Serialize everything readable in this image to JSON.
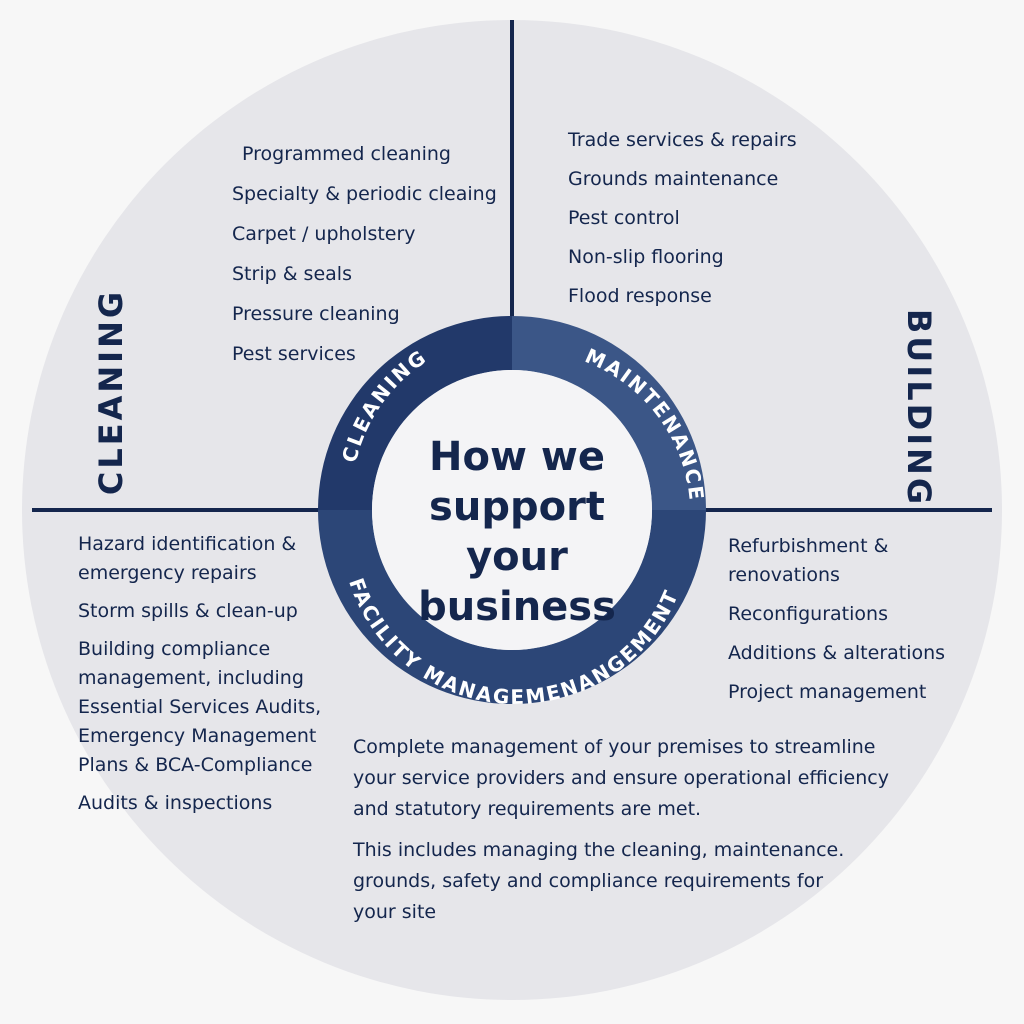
{
  "center": {
    "title": "How we\nsupport\nyour\nbusiness"
  },
  "ring": {
    "cleaning": "CLEANING",
    "maintenance": "MAINTENANCE",
    "facility": "FACILITY MANAGEMENANGEMENT"
  },
  "quadrant_labels": {
    "cleaning": "CLEANING",
    "building": "BUILDING"
  },
  "cleaning_items": [
    "Programmed cleaning",
    "Specialty & periodic cleaing",
    "Carpet / upholstery",
    "Strip & seals",
    "Pressure cleaning",
    "Pest services"
  ],
  "building_items": [
    "Trade services & repairs",
    "Grounds maintenance",
    "Pest control",
    "Non-slip flooring",
    "Flood response"
  ],
  "facility_items": [
    "Hazard identification &\nemergency repairs",
    "Storm spills & clean-up",
    "Building compliance\nmanagement, including\nEssential Services Audits,\nEmergency Management\nPlans & BCA-Compliance",
    "Audits & inspections"
  ],
  "renovation_items": [
    "Refurbishment &\nrenovations",
    "Reconfigurations",
    "Additions & alterations",
    "Project management"
  ],
  "summary": {
    "p1": "Complete management of your premises to streamline\nyour service providers and ensure operational efficiency\nand statutory requirements are met.",
    "p2": "This includes managing the cleaning, maintenance.\ngrounds, safety and compliance requirements for\nyour site"
  },
  "colors": {
    "navy": "#14264d",
    "ring_dark": "#22396a",
    "ring_mid": "#3b5687",
    "ring_light": "#2c4677",
    "circle_fill": "#e6e6ea",
    "center_fill": "#f4f4f6"
  }
}
